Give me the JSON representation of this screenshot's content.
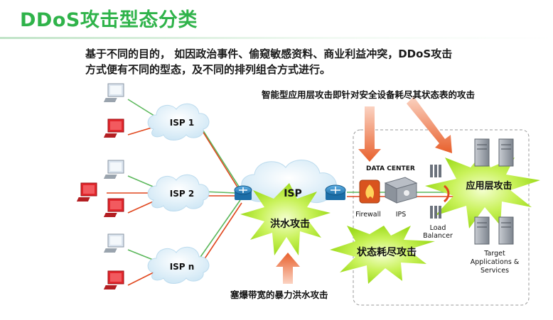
{
  "title": "DDoS攻击型态分类",
  "intro": {
    "line1": "基于不同的目的， 如因政治事件、偷窥敏感资料、商业利益冲突，DDoS攻击",
    "line2": "方式便有不同的型态，及不同的排列组合方式进行。"
  },
  "diagram": {
    "top_caption": "智能型应用层攻击即针对安全设备耗尽其状态表的攻击",
    "bottom_caption": "塞爆带宽的暴力洪水攻击",
    "isp_clouds": [
      "ISP 1",
      "ISP 2",
      "ISP n"
    ],
    "core_cloud": "ISP",
    "data_center_label": "DATA CENTER",
    "devices": {
      "firewall": "Firewall",
      "ips": "IPS",
      "load_balancer_line1": "Load",
      "load_balancer_line2": "Balancer",
      "target_line1": "Target",
      "target_line2": "Applications &",
      "target_line3": "Services"
    },
    "attacks": {
      "flood": "洪水攻击",
      "state_exhaustion": "状态耗尽攻击",
      "application": "应用层攻击"
    },
    "colors": {
      "brand_green": "#2fb34a",
      "attack_arrow": "#e8602c",
      "attack_line": "#e0471e",
      "normal_line": "#5cb85c",
      "starburst": "#b6ea3a",
      "cloud": "#d4ecf7",
      "router": "#2a7fb8"
    }
  }
}
